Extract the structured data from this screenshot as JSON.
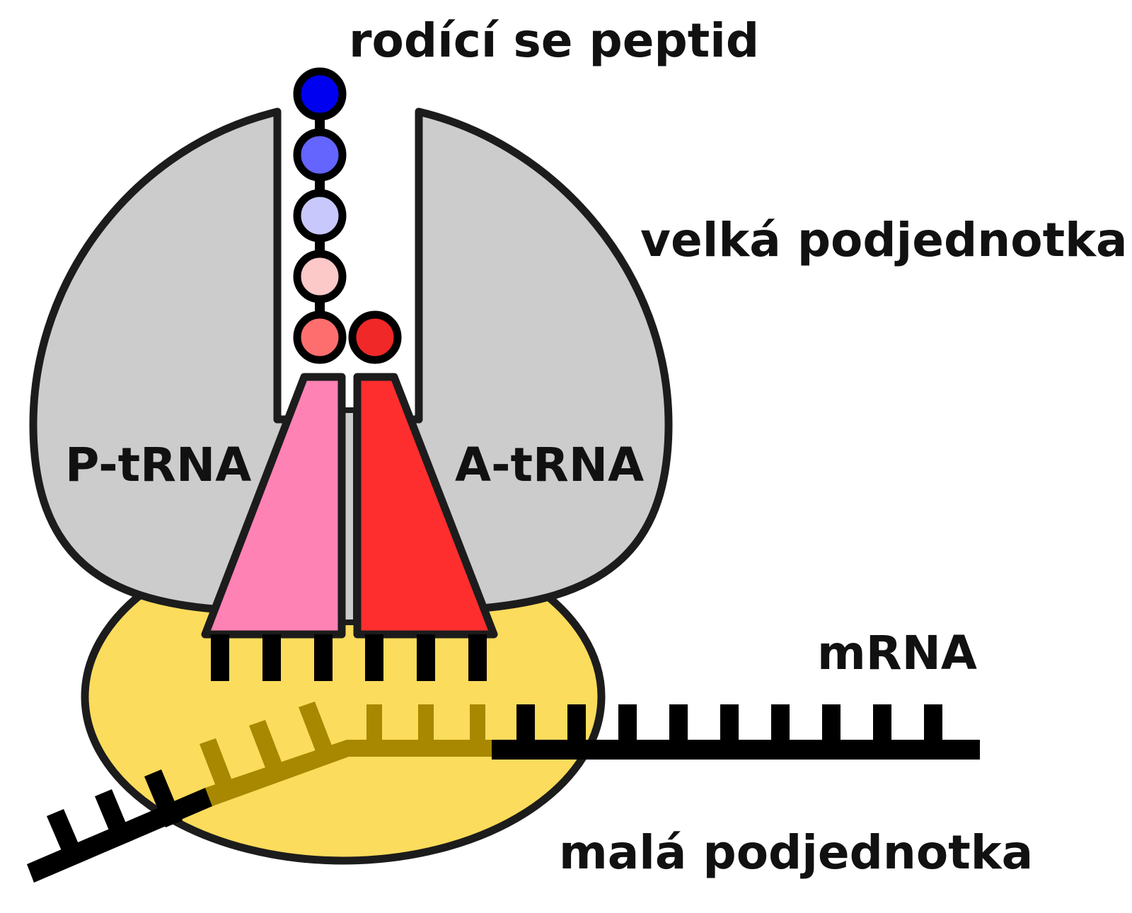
{
  "labels": {
    "peptide": "rodící se peptid",
    "large_subunit": "velká podjednotka",
    "small_subunit": "malá podjednotka",
    "mrna": "mRNA",
    "p_trna": "P-tRNA",
    "a_trna": "A-tRNA"
  },
  "colors": {
    "large_subunit": "#cccccc",
    "small_subunit": "#fcdc5c",
    "p_trna": "#ff82b4",
    "a_trna": "#ff2e2e",
    "mrna": "#000000",
    "mrna_inside": "#a88800",
    "outline": "#1c1c1c",
    "peptide_beads": [
      "#0000f0",
      "#6464ff",
      "#c8c8fc",
      "#fcc8c8",
      "#ff6e6e"
    ],
    "amino_acid_a_site": "#f02828"
  }
}
